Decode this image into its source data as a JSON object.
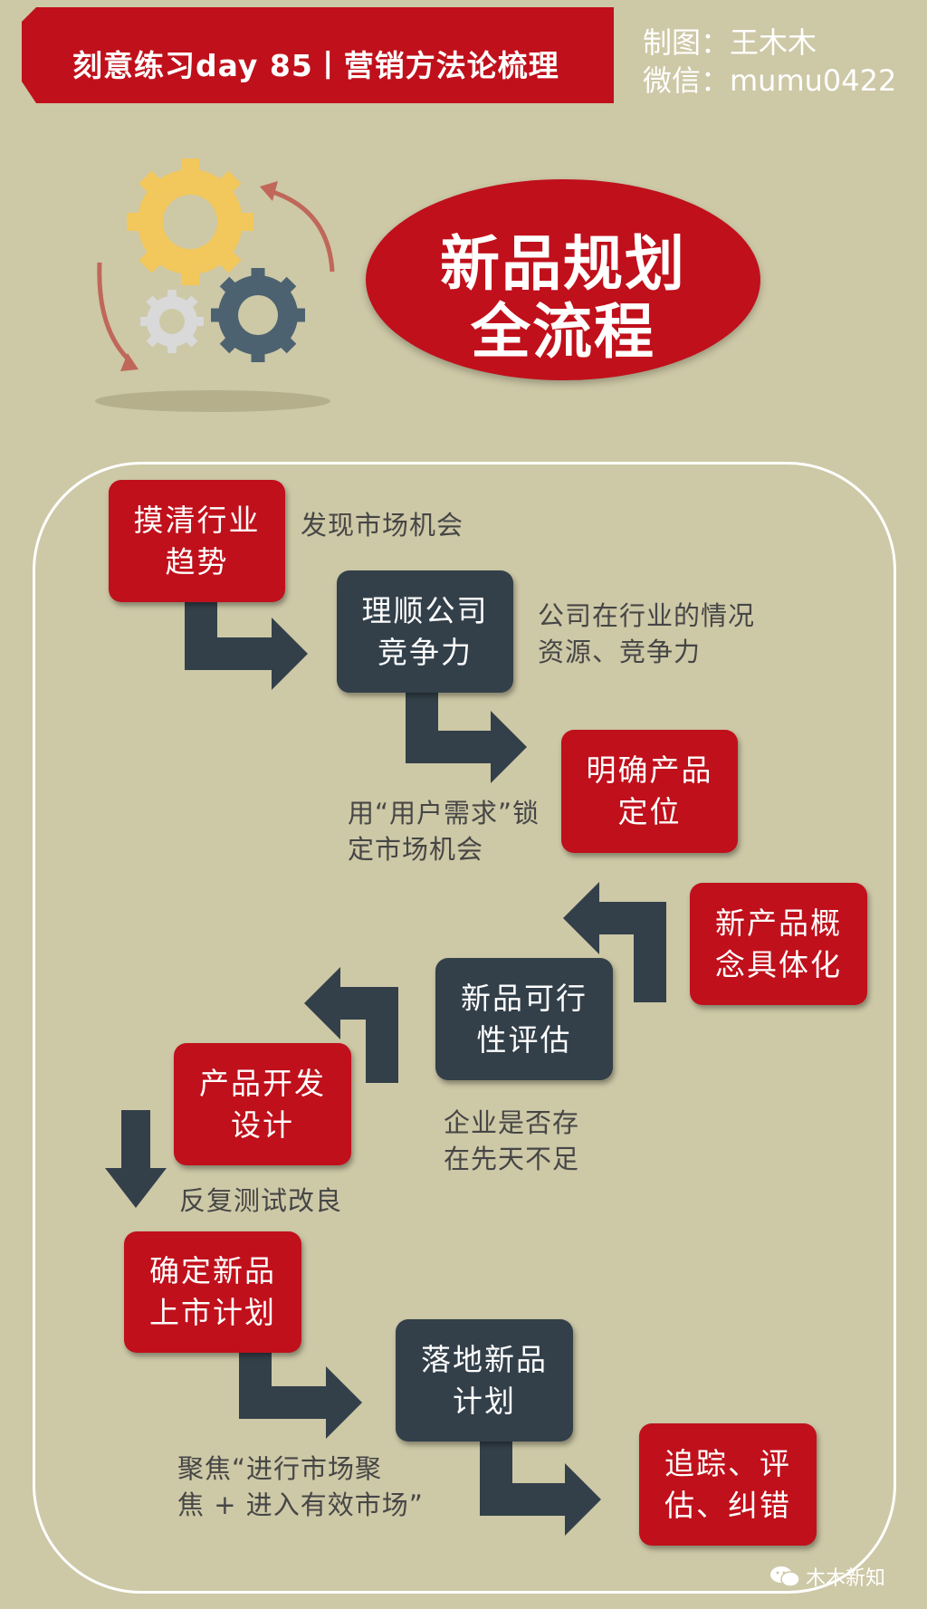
{
  "banner": {
    "title": "刻意练习day 85丨营销方法论梳理"
  },
  "credits": {
    "designer": "制图：王木木",
    "wechat": "微信：mumu0422"
  },
  "title": {
    "line1": "新品规划",
    "line2": "全流程"
  },
  "steps": [
    {
      "lines": [
        "摸清行业",
        "趋势"
      ],
      "style": "red",
      "note": [
        "发现市场机会"
      ]
    },
    {
      "lines": [
        "理顺公司",
        "竞争力"
      ],
      "style": "dark",
      "note": [
        "公司在行业的情况",
        "资源、竞争力"
      ]
    },
    {
      "lines": [
        "明确产品",
        "定位"
      ],
      "style": "red",
      "note": [
        "用“用户需求”锁",
        "定市场机会"
      ]
    },
    {
      "lines": [
        "新产品概",
        "念具体化"
      ],
      "style": "red",
      "note": []
    },
    {
      "lines": [
        "新品可行",
        "性评估"
      ],
      "style": "dark",
      "note": [
        "企业是否存",
        "在先天不足"
      ]
    },
    {
      "lines": [
        "产品开发",
        "设计"
      ],
      "style": "red",
      "note": [
        "反复测试改良"
      ]
    },
    {
      "lines": [
        "确定新品",
        "上市计划"
      ],
      "style": "red",
      "note": []
    },
    {
      "lines": [
        "落地新品",
        "计划"
      ],
      "style": "dark",
      "note": [
        "聚焦“进行市场聚",
        "焦 + 进入有效市场”"
      ]
    },
    {
      "lines": [
        "追踪、评",
        "估、纠错"
      ],
      "style": "red",
      "note": []
    }
  ],
  "watermark": {
    "text": "木木新知"
  },
  "colors": {
    "background": "#cdc8a6",
    "red": "#c0101b",
    "dark": "#33404a",
    "text": "#464646",
    "gear_yellow": "#f2c75c",
    "gear_blue": "#4c6270",
    "gear_grey": "#d9d9d9"
  },
  "icons": [
    "gears-icon",
    "cycle-arrow-icon",
    "elbow-arrow-icon",
    "down-arrow-icon",
    "wechat-icon"
  ]
}
